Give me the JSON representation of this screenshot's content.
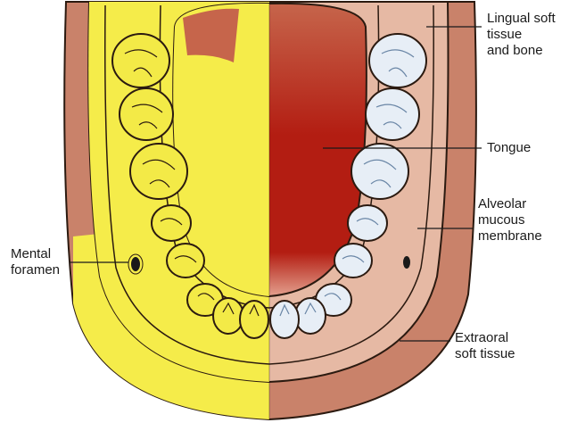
{
  "labels": {
    "lingual": "Lingual soft\ntissue\nand bone",
    "tongue": "Tongue",
    "alveolar": "Alveolar\nmucous\nmembrane",
    "mental": "Mental\nforamen",
    "extraoral": "Extraoral\nsoft tissue"
  },
  "colors": {
    "extraoral": "#c9826a",
    "mucosa": "#e6b9a4",
    "tongue_dark": "#b31d12",
    "tongue_light": "#c6654b",
    "highlight": "#f5ec4a",
    "tooth_white": "#e7eef6",
    "tooth_yellow": "#f3ea47",
    "outline": "#2b1a10"
  }
}
